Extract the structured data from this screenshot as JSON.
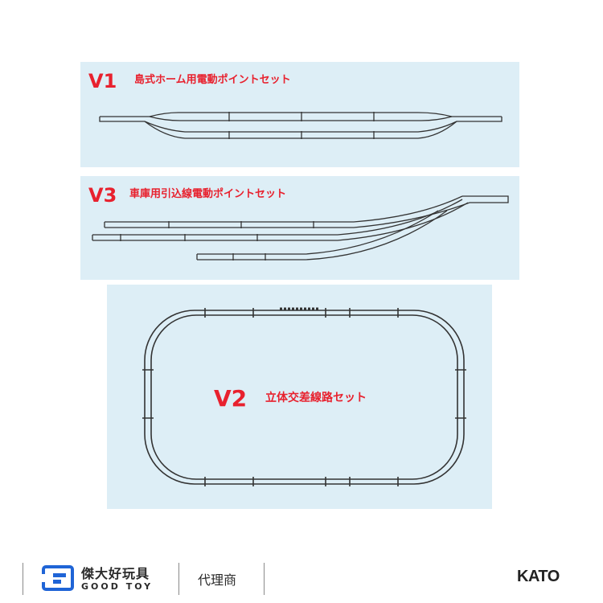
{
  "sets": [
    {
      "code": "V1",
      "name": "島式ホーム用電動ポイントセット"
    },
    {
      "code": "V3",
      "name": "車庫用引込線電動ポイントセット"
    },
    {
      "code": "V2",
      "name": "立体交差線路セット"
    }
  ],
  "footer": {
    "brand_cn": "傑大好玩具",
    "brand_en": "GOOD TOY",
    "agent_label": "代理商",
    "maker": "KATO"
  },
  "colors": {
    "panel_bg": "#ddeef6",
    "accent_red": "#e8212e",
    "track_line": "#333333",
    "logo_blue": "#1f64d6"
  },
  "icons": [
    "good-toy-logo-icon",
    "kato-logo"
  ]
}
